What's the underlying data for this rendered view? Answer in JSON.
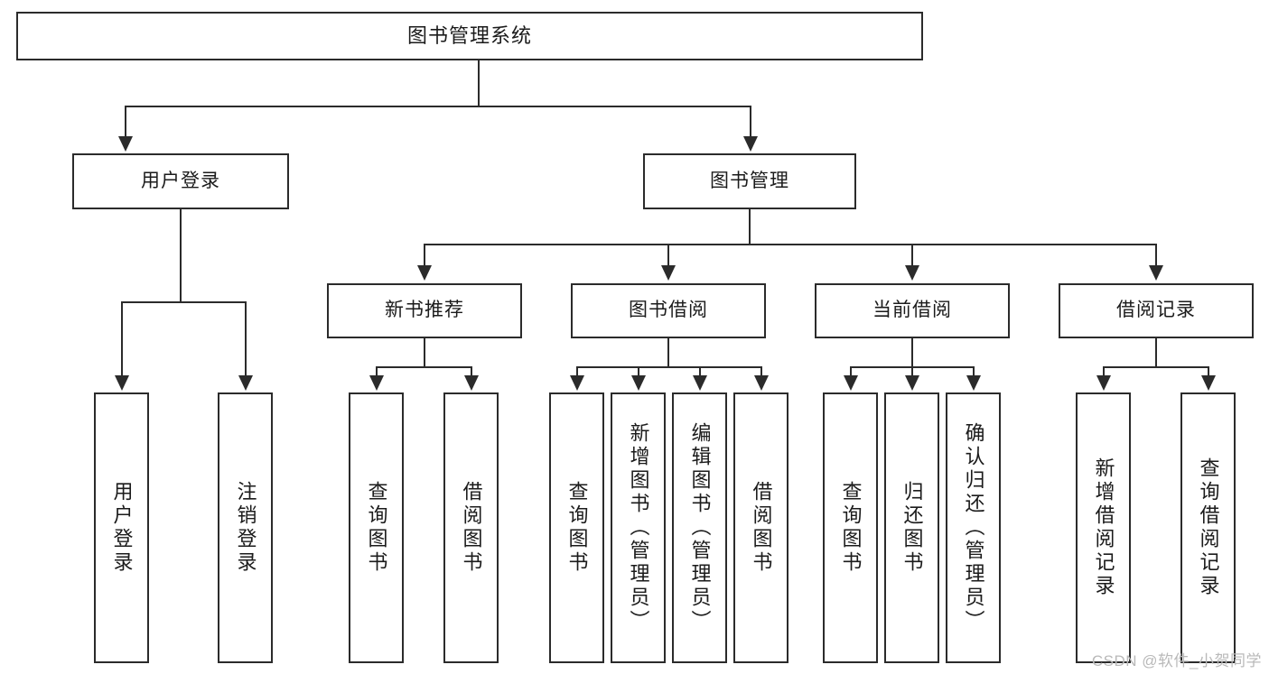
{
  "diagram": {
    "type": "hierarchy-tree",
    "root": {
      "label": "图书管理系统"
    },
    "level2": [
      {
        "label": "用户登录"
      },
      {
        "label": "图书管理"
      }
    ],
    "level3": [
      {
        "label": "新书推荐"
      },
      {
        "label": "图书借阅"
      },
      {
        "label": "当前借阅"
      },
      {
        "label": "借阅记录"
      }
    ],
    "leaves": {
      "user_login": [
        {
          "label": "用户登录"
        },
        {
          "label": "注销登录"
        }
      ],
      "new_book_recommend": [
        {
          "label": "查询图书"
        },
        {
          "label": "借阅图书"
        }
      ],
      "book_borrow": [
        {
          "label": "查询图书"
        },
        {
          "label": "新增图书（管理员）"
        },
        {
          "label": "编辑图书（管理员）"
        },
        {
          "label": "借阅图书"
        }
      ],
      "current_borrow": [
        {
          "label": "查询图书"
        },
        {
          "label": "归还图书"
        },
        {
          "label": "确认归还（管理员）"
        }
      ],
      "borrow_record": [
        {
          "label": "新增借阅记录"
        },
        {
          "label": "查询借阅记录"
        }
      ]
    }
  },
  "watermark": {
    "text": "CSDN @软件_小贺同学"
  },
  "colors": {
    "stroke": "#2b2b2b",
    "fill": "#ffffff",
    "text": "#1b1b1b",
    "watermark": "#b9b9b9"
  }
}
